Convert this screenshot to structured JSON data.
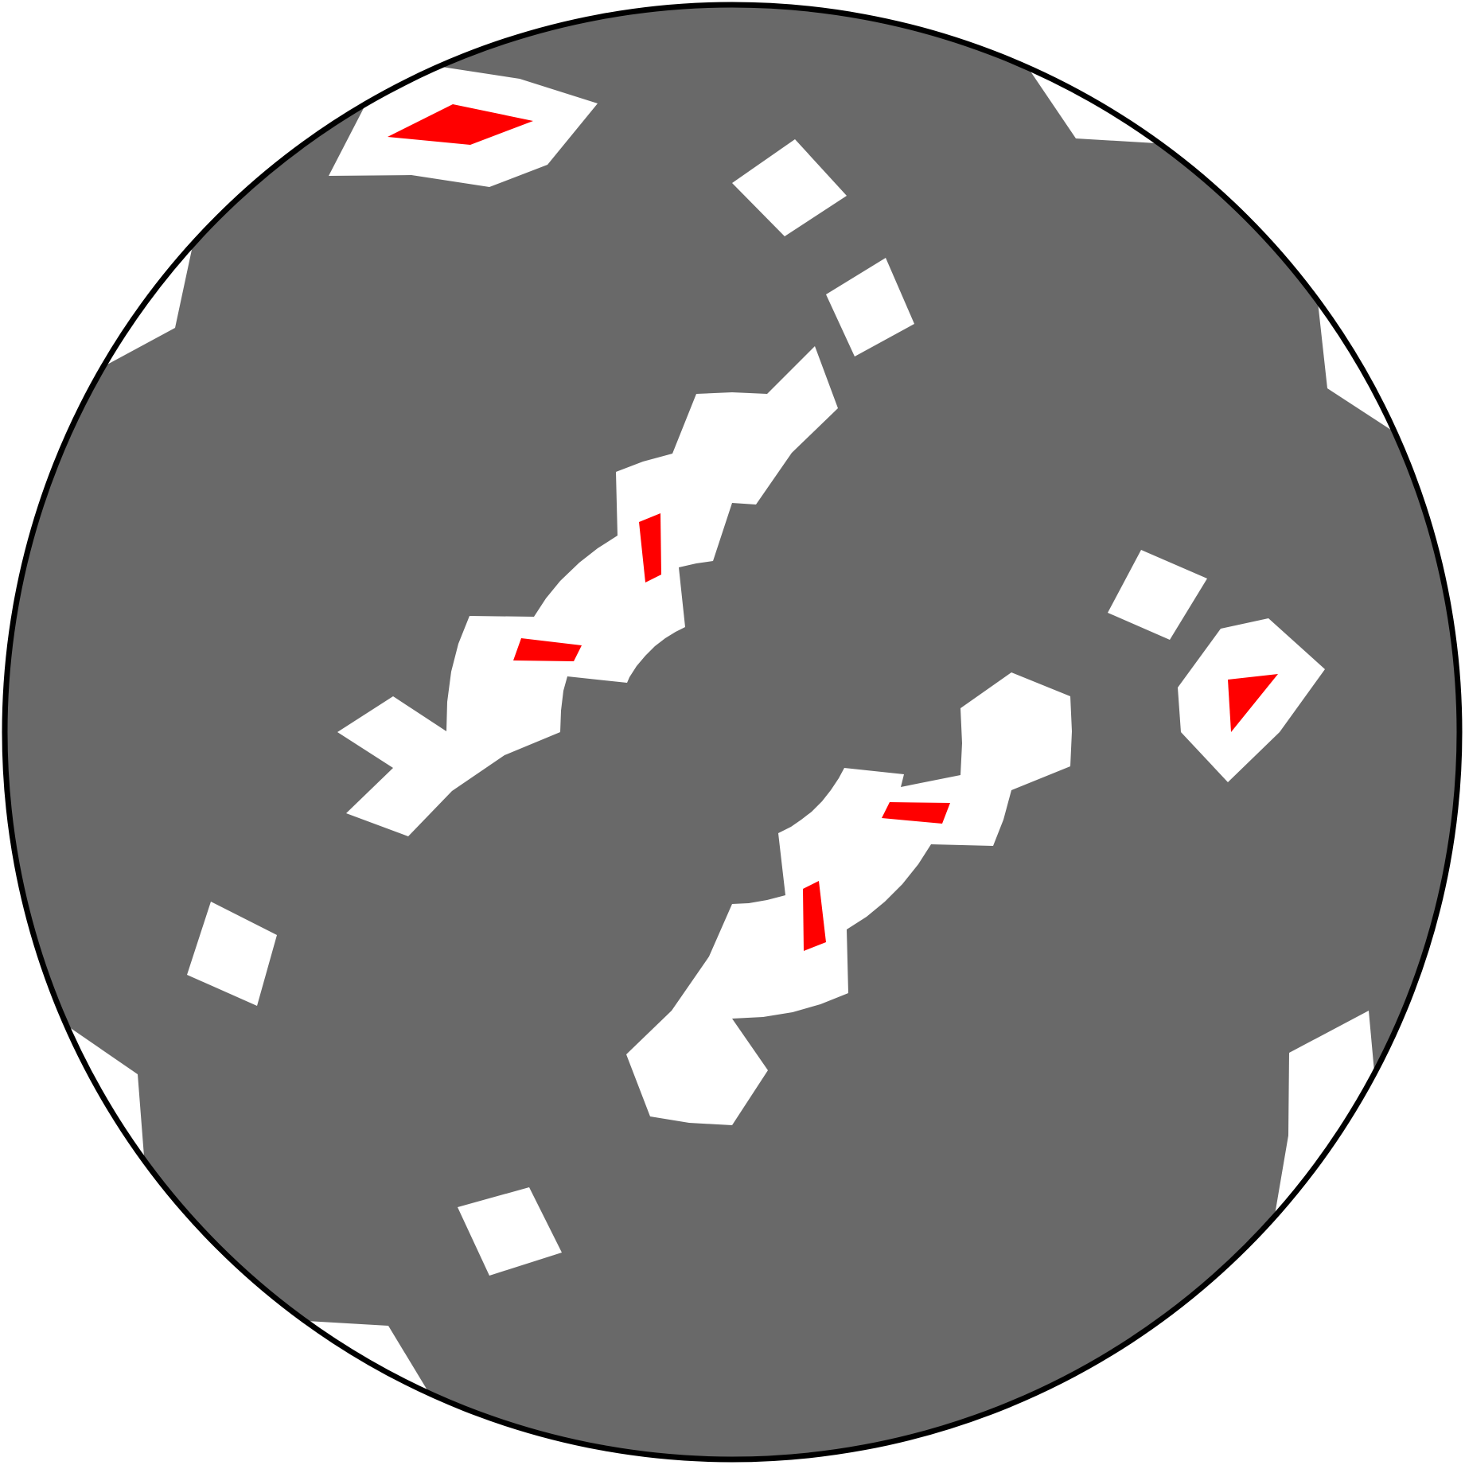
{
  "diagram": {
    "kind": "contour-on-disk",
    "colors": {
      "background": "#ffffff",
      "disk_fill": "#696969",
      "cutout_fill": "#ffffff",
      "highlight_fill": "#ff0000",
      "outline": "#000000"
    },
    "components": {
      "disk": "disk",
      "outer_cutouts": "gap",
      "inner_cutouts": "gap",
      "highlights": "peak"
    }
  }
}
